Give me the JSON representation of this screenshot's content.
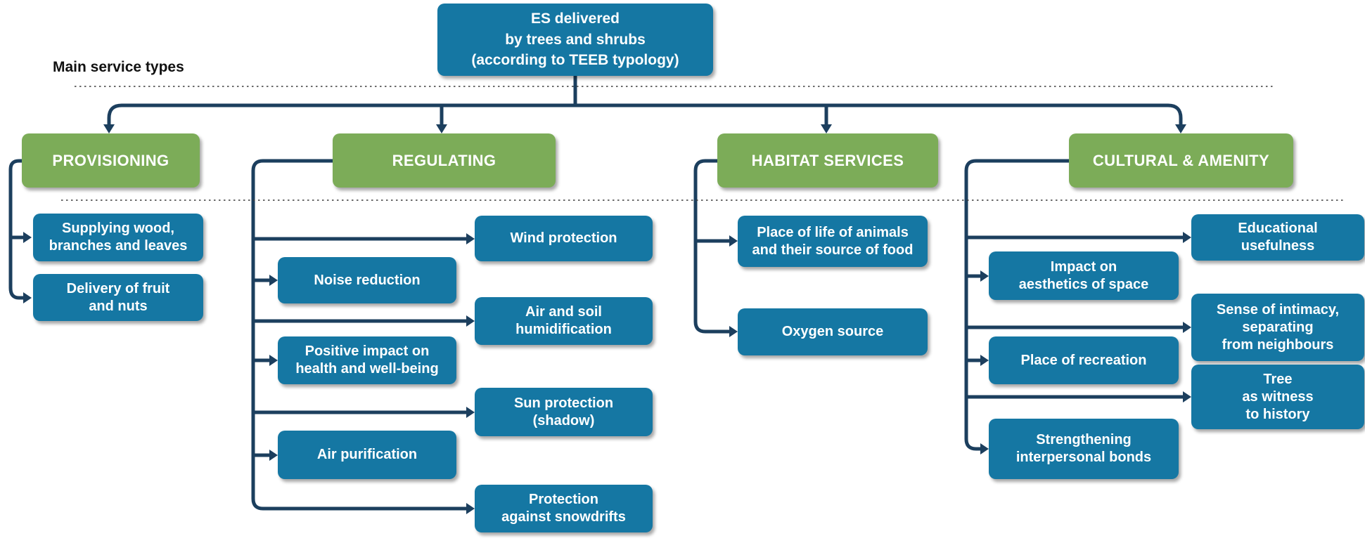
{
  "colors": {
    "box-blue": "#1577a3",
    "box-green": "#7cac58",
    "line": "#1c3f5e",
    "dotted-line": "#3a3a3a",
    "text-light": "#ffffff",
    "text-dark": "#111111"
  },
  "root": {
    "label": "ES delivered\nby trees and shrubs\n(according to TEEB typology)"
  },
  "axis_label": "Main service types",
  "categories": {
    "provisioning": {
      "label": "PROVISIONING",
      "children": [
        {
          "label": "Supplying wood,\nbranches and leaves"
        },
        {
          "label": "Delivery of fruit\nand nuts"
        }
      ]
    },
    "regulating": {
      "label": "REGULATING",
      "children": [
        {
          "label": "Wind protection"
        },
        {
          "label": "Noise reduction"
        },
        {
          "label": "Air and soil\nhumidification"
        },
        {
          "label": "Positive impact on\nhealth and well-being"
        },
        {
          "label": "Sun protection\n(shadow)"
        },
        {
          "label": "Air purification"
        },
        {
          "label": "Protection\nagainst snowdrifts"
        }
      ]
    },
    "habitat": {
      "label": "HABITAT SERVICES",
      "children": [
        {
          "label": "Place of life of animals\nand their source of food"
        },
        {
          "label": "Oxygen source"
        }
      ]
    },
    "cultural": {
      "label": "CULTURAL & AMENITY",
      "children": [
        {
          "label": "Educational\nusefulness"
        },
        {
          "label": "Impact on\naesthetics of space"
        },
        {
          "label": "Sense of intimacy,\nseparating\nfrom neighbours"
        },
        {
          "label": "Place of recreation"
        },
        {
          "label": "Tree\nas witness\nto history"
        },
        {
          "label": "Strengthening\ninterpersonal bonds"
        }
      ]
    }
  }
}
